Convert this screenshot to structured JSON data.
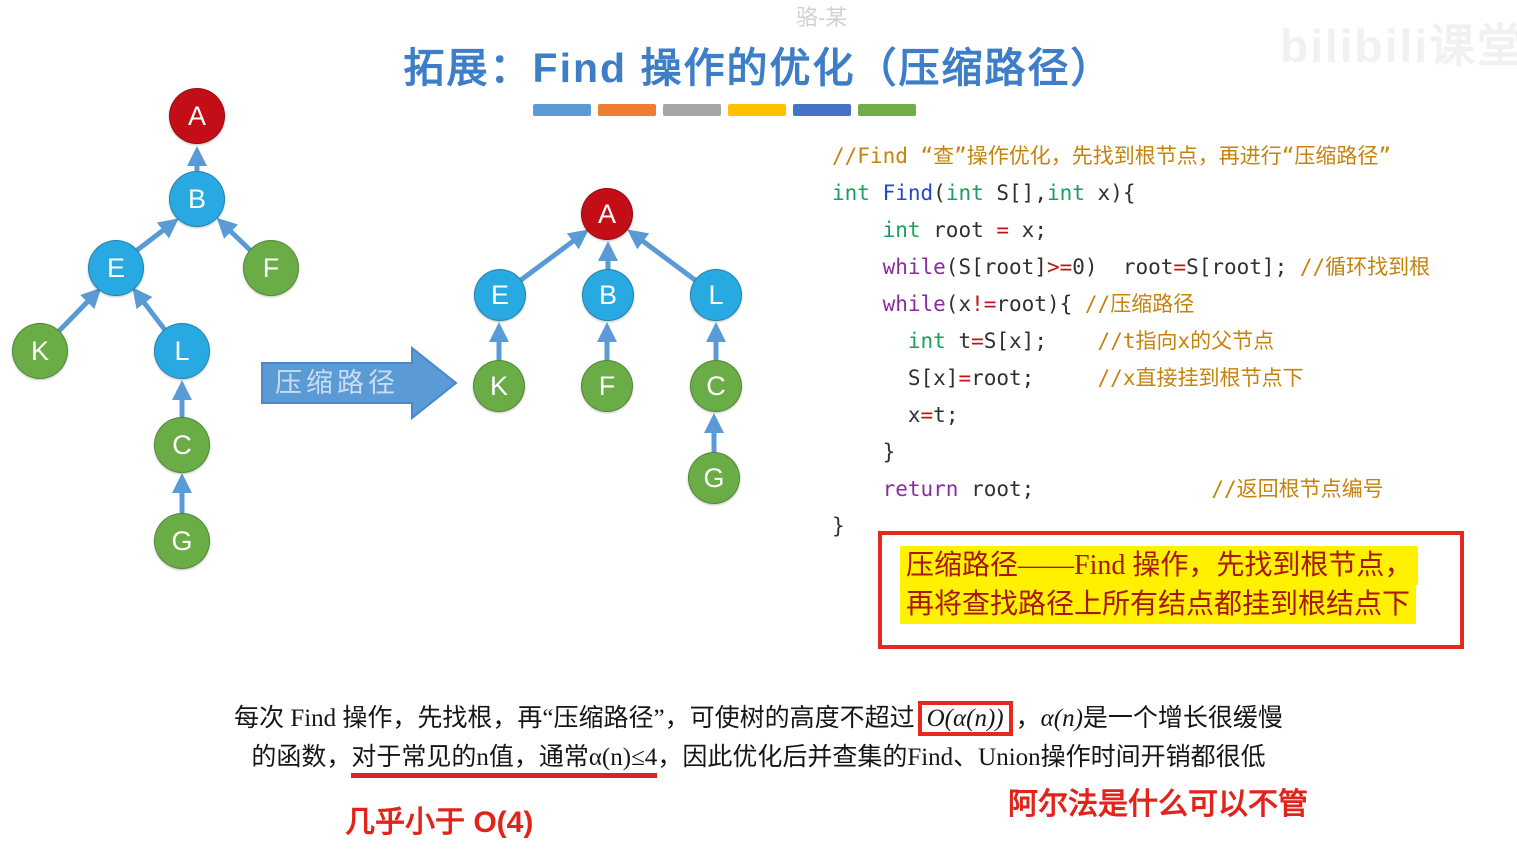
{
  "watermarks": {
    "top_center": "骆-某",
    "top_right": "bilibili课堂"
  },
  "title": "拓展：Find 操作的优化（压缩路径）",
  "divider_colors": [
    "#5B9BD5",
    "#ED7D31",
    "#A5A5A5",
    "#FFC000",
    "#4472C4",
    "#70AD47"
  ],
  "colors": {
    "title": "#3D7EC7",
    "root_node": "#C30D17",
    "blue_node": "#29A9E1",
    "green_node": "#6AAD46",
    "arrow": "#5B9BD5",
    "highlight_bg": "#FFF100",
    "callout_border": "#E6281E",
    "callout_text": "#A8170B",
    "annotation_red": "#E2231A"
  },
  "diagram": {
    "compress_arrow_label": "压缩路径",
    "before_tree": {
      "nodes": [
        {
          "label": "A"
        },
        {
          "label": "B"
        },
        {
          "label": "E"
        },
        {
          "label": "F"
        },
        {
          "label": "K"
        },
        {
          "label": "L"
        },
        {
          "label": "C"
        },
        {
          "label": "G"
        }
      ],
      "edges": [
        "B→A",
        "E→B",
        "F→B",
        "K→E",
        "L→E",
        "C→L",
        "G→C"
      ]
    },
    "after_tree": {
      "nodes": [
        {
          "label": "A"
        },
        {
          "label": "E"
        },
        {
          "label": "B"
        },
        {
          "label": "L"
        },
        {
          "label": "K"
        },
        {
          "label": "F"
        },
        {
          "label": "C"
        },
        {
          "label": "G"
        }
      ],
      "edges": [
        "E→A",
        "B→A",
        "L→A",
        "K→E",
        "F→B",
        "C→L",
        "G→C"
      ]
    }
  },
  "code": {
    "lines": [
      {
        "seg": [
          {
            "t": "//Find “查”操作优化，先找到根节点，再进行“压缩路径”",
            "c": "tk-comment"
          }
        ]
      },
      {
        "seg": [
          {
            "t": "int ",
            "c": "tk-type"
          },
          {
            "t": "Find",
            "c": "tk-fn"
          },
          {
            "t": "(",
            "c": "tk-plain"
          },
          {
            "t": "int",
            "c": "tk-type"
          },
          {
            "t": " S[],",
            "c": "tk-plain"
          },
          {
            "t": "int",
            "c": "tk-type"
          },
          {
            "t": " x){",
            "c": "tk-plain"
          }
        ]
      },
      {
        "seg": [
          {
            "t": "    ",
            "c": "tk-plain"
          },
          {
            "t": "int",
            "c": "tk-type"
          },
          {
            "t": " root ",
            "c": "tk-plain"
          },
          {
            "t": "=",
            "c": "tk-op"
          },
          {
            "t": " x;",
            "c": "tk-plain"
          }
        ]
      },
      {
        "seg": [
          {
            "t": "    ",
            "c": "tk-plain"
          },
          {
            "t": "while",
            "c": "tk-kw"
          },
          {
            "t": "(S[root]",
            "c": "tk-plain"
          },
          {
            "t": ">=",
            "c": "tk-op"
          },
          {
            "t": "0)  root",
            "c": "tk-plain"
          },
          {
            "t": "=",
            "c": "tk-op"
          },
          {
            "t": "S[root]; ",
            "c": "tk-plain"
          },
          {
            "t": "//循环找到根",
            "c": "tk-comment"
          }
        ]
      },
      {
        "seg": [
          {
            "t": "    ",
            "c": "tk-plain"
          },
          {
            "t": "while",
            "c": "tk-kw"
          },
          {
            "t": "(x",
            "c": "tk-plain"
          },
          {
            "t": "!=",
            "c": "tk-op"
          },
          {
            "t": "root){ ",
            "c": "tk-plain"
          },
          {
            "t": "//压缩路径",
            "c": "tk-comment"
          }
        ]
      },
      {
        "seg": [
          {
            "t": "      ",
            "c": "tk-plain"
          },
          {
            "t": "int",
            "c": "tk-type"
          },
          {
            "t": " t",
            "c": "tk-plain"
          },
          {
            "t": "=",
            "c": "tk-op"
          },
          {
            "t": "S[x];    ",
            "c": "tk-plain"
          },
          {
            "t": "//t指向x的父节点",
            "c": "tk-comment"
          }
        ]
      },
      {
        "seg": [
          {
            "t": "      S[x]",
            "c": "tk-plain"
          },
          {
            "t": "=",
            "c": "tk-op"
          },
          {
            "t": "root;     ",
            "c": "tk-plain"
          },
          {
            "t": "//x直接挂到根节点下",
            "c": "tk-comment"
          }
        ]
      },
      {
        "seg": [
          {
            "t": "      x",
            "c": "tk-plain"
          },
          {
            "t": "=",
            "c": "tk-op"
          },
          {
            "t": "t;",
            "c": "tk-plain"
          }
        ]
      },
      {
        "seg": [
          {
            "t": "    }",
            "c": "tk-plain"
          }
        ]
      },
      {
        "seg": [
          {
            "t": "    ",
            "c": "tk-plain"
          },
          {
            "t": "return",
            "c": "tk-kw"
          },
          {
            "t": " root;              ",
            "c": "tk-plain"
          },
          {
            "t": "//返回根节点编号",
            "c": "tk-comment"
          }
        ]
      },
      {
        "seg": [
          {
            "t": "}",
            "c": "tk-plain"
          }
        ]
      }
    ]
  },
  "callout": {
    "line1": "压缩路径——Find 操作，先找到根节点，",
    "line2": "再将查找路径上所有结点都挂到根结点下"
  },
  "paragraph": {
    "p1_a": "每次 Find 操作，先找根，再“压缩路径”，可使树的高度不超过",
    "p1_box": "O(α(n))",
    "p1_b": "，",
    "p1_c": "α(n)",
    "p1_d": "是一个增长很缓慢",
    "p2_a": "的函数，",
    "p2_u": "对于常见的n值，通常α(n)≤4",
    "p2_b": "，因此优化后并查集的Find、Union操作时间开销都很低"
  },
  "annotations": {
    "left": "几乎小于 O(4)",
    "right": "阿尔法是什么可以不管"
  }
}
